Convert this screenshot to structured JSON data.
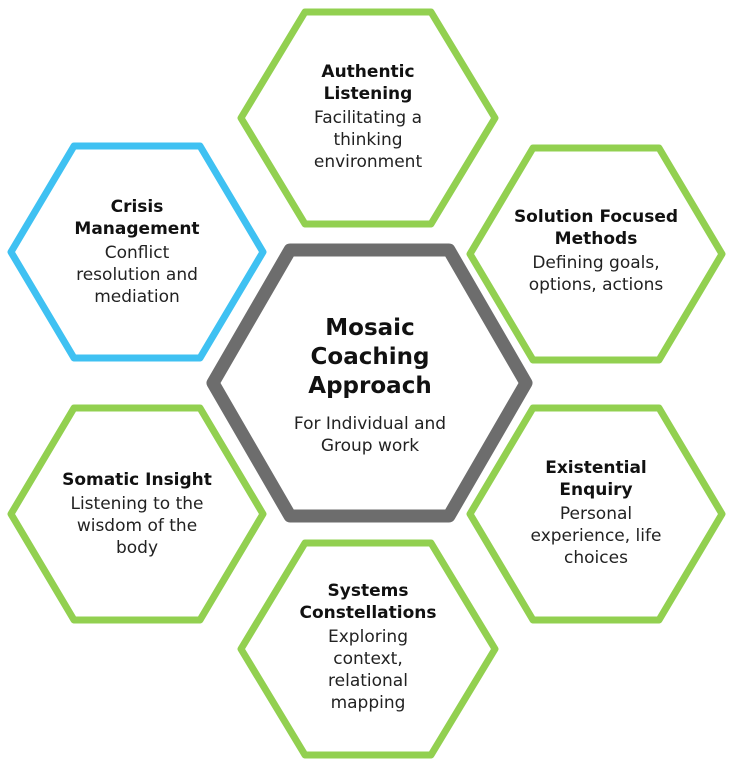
{
  "colors": {
    "outer_green": "#92d050",
    "crisis_blue": "#3fc1f2",
    "center_gray": "#6d6d6d"
  },
  "center": {
    "title": "Mosaic Coaching Approach",
    "description": "For Individual and Group work"
  },
  "hexes": [
    {
      "id": "authentic-listening",
      "title": "Authentic Listening",
      "description": "Facilitating a thinking environment",
      "color": "green"
    },
    {
      "id": "solution-focused",
      "title": "Solution Focused Methods",
      "description": "Defining goals, options, actions",
      "color": "green"
    },
    {
      "id": "existential-enquiry",
      "title": "Existential Enquiry",
      "description": "Personal experience, life choices",
      "color": "green"
    },
    {
      "id": "systems-constellations",
      "title": "Systems Constellations",
      "description": "Exploring context, relational mapping",
      "color": "green"
    },
    {
      "id": "somatic-insight",
      "title": "Somatic Insight",
      "description": "Listening to the wisdom of the body",
      "color": "green"
    },
    {
      "id": "crisis-management",
      "title": "Crisis Management",
      "description": "Conflict resolution and mediation",
      "color": "blue"
    }
  ]
}
